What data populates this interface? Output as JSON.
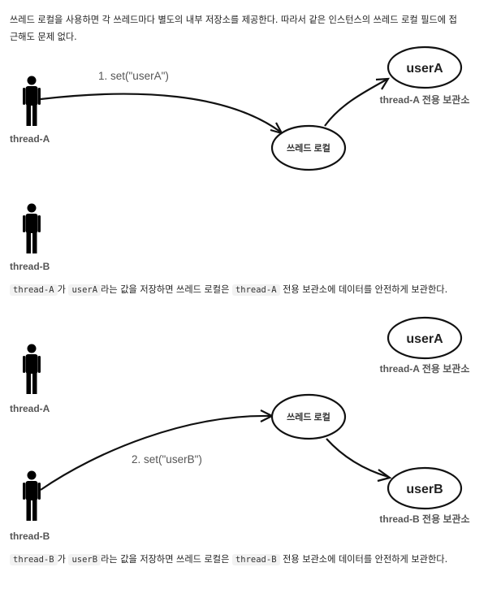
{
  "intro": {
    "line1": "쓰레드 로컬을 사용하면 각 쓰레드마다 별도의 내부 저장소를 제공한다. 따라서 같은 인스턴스의 쓰레드 로컬 필드에 접",
    "line2": "근해도 문제 없다."
  },
  "diagram1": {
    "thread_a": "thread-A",
    "thread_b": "thread-B",
    "arrow_label": "1. set(\"userA\")",
    "thread_local": "쓰레드 로컬",
    "user_a": "userA",
    "store_a": "thread-A 전용 보관소"
  },
  "caption1": {
    "thread": "thread-A",
    "t1": "가 ",
    "value": "userA",
    "t2": "라는 값을 저장하면 쓰레드 로컬은 ",
    "thread2": "thread-A",
    "t3": " 전용 보관소에 데이터를 안전하게 보관한다."
  },
  "diagram2": {
    "thread_a": "thread-A",
    "thread_b": "thread-B",
    "arrow_label": "2. set(\"userB\")",
    "thread_local": "쓰레드 로컬",
    "user_a": "userA",
    "store_a": "thread-A 전용 보관소",
    "user_b": "userB",
    "store_b": "thread-B 전용 보관소"
  },
  "caption2": {
    "thread": "thread-B",
    "t1": "가 ",
    "value": "userB",
    "t2": "라는 값을 저장하면 쓰레드 로컬은 ",
    "thread2": "thread-B",
    "t3": " 전용 보관소에 데이터를 안전하게 보관한다."
  }
}
